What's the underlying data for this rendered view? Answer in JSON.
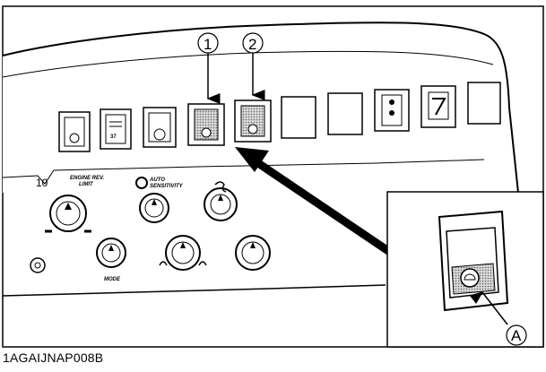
{
  "figure": {
    "code": "1AGAIJNAP008B",
    "callouts": {
      "one": "1",
      "two": "2",
      "a": "A"
    },
    "panel_labels": {
      "engine_rev_limit_line1": "ENGINE REV.",
      "engine_rev_limit_line2": "LIMIT",
      "auto_sensitivity_line1": "AUTO",
      "auto_sensitivity_line2": "SENSITIVITY",
      "mode": "MODE",
      "dial_value": "10",
      "switch_value": "37"
    }
  },
  "colors": {
    "line": "#000000",
    "fill": "#ffffff",
    "screen_grey": "#b8b8b8"
  }
}
